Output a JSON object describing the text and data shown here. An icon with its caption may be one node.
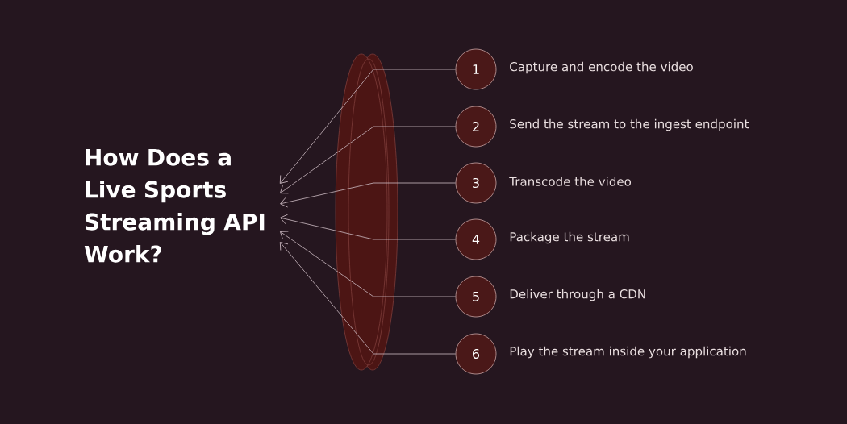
{
  "diagram": {
    "nodes": [
      {
        "text": [
          "How Does a Live Sports Streaming API Work?"
        ]
      },
      {
        "text": [
          "1"
        ],
        "beside": [
          "Capture and encode the video"
        ]
      },
      {
        "text": [
          "2"
        ],
        "beside": [
          "Send the stream to the ingest endpoint"
        ]
      },
      {
        "text": [
          "3"
        ],
        "beside": [
          "Transcode the video"
        ]
      },
      {
        "text": [
          "4"
        ],
        "beside": [
          "Package the stream"
        ]
      },
      {
        "text": [
          "5"
        ],
        "beside": [
          "Deliver through a CDN"
        ]
      },
      {
        "text": [
          "6"
        ],
        "beside": [
          "Play the stream inside your application"
        ]
      }
    ],
    "edges": [
      {
        "from": 1,
        "to": 0,
        "arrow": "to"
      },
      {
        "from": 2,
        "to": 0,
        "arrow": "to"
      },
      {
        "from": 3,
        "to": 0,
        "arrow": "to"
      },
      {
        "from": 4,
        "to": 0,
        "arrow": "to"
      },
      {
        "from": 5,
        "to": 0,
        "arrow": "to"
      },
      {
        "from": 6,
        "to": 0,
        "arrow": "to"
      }
    ]
  }
}
